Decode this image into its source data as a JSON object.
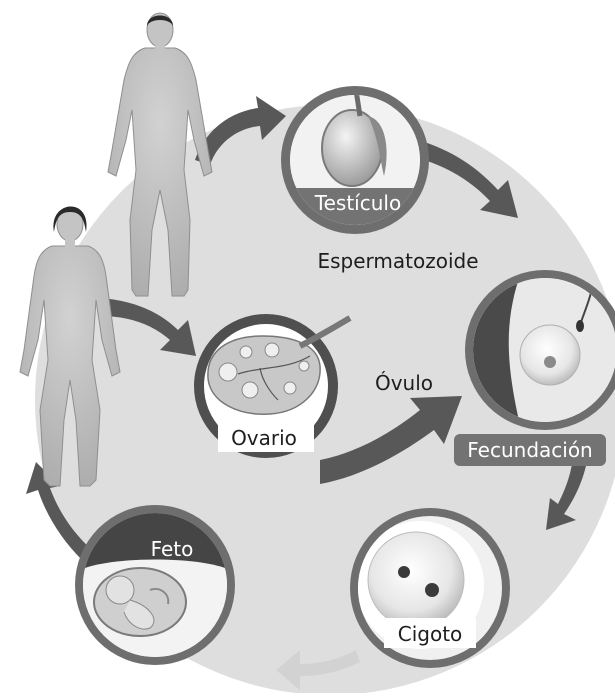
{
  "diagram": {
    "labels": {
      "testiculo": "Testículo",
      "espermatozoide": "Espermatozoide",
      "ovulo": "Óvulo",
      "ovario": "Ovario",
      "fecundacion": "Fecundación",
      "cigoto": "Cigoto",
      "feto": "Feto"
    },
    "colors": {
      "background_circle": "#dedede",
      "arrow": "#585858",
      "ring_outer": "#6e6e6e",
      "ring_inner": "#ffffff",
      "label_pill": "#737373",
      "body": "#b9b9b9",
      "hair": "#2a2a2a",
      "text_dark": "#1e1e1e",
      "text_light": "#ffffff"
    }
  }
}
